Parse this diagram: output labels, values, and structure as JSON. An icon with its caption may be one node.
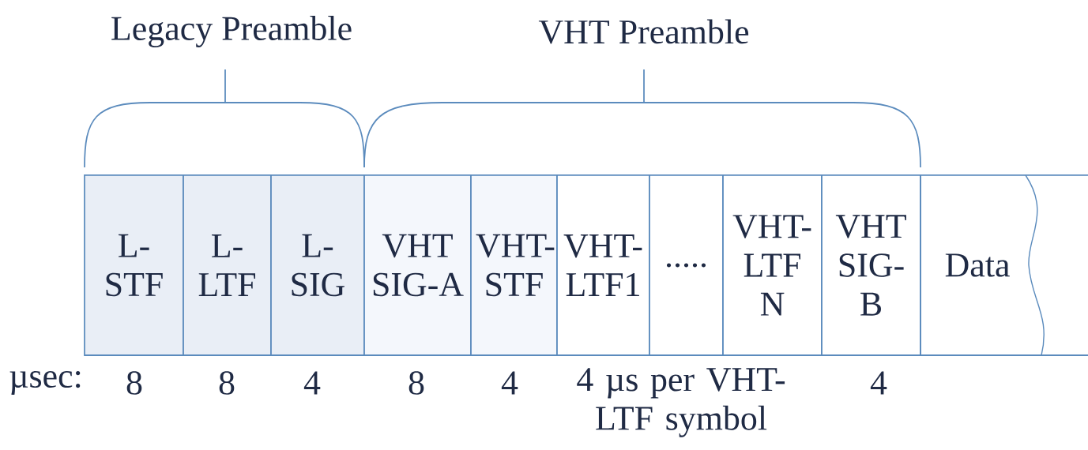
{
  "diagram": {
    "nodes": [
      {
        "text": [
          "L-STF"
        ]
      },
      {
        "text": [
          "L-LTF"
        ]
      },
      {
        "text": [
          "L-SIG"
        ]
      },
      {
        "text": [
          "VHT SIG-A"
        ]
      },
      {
        "text": [
          "VHT-STF"
        ]
      },
      {
        "text": [
          "VHT-LTF1"
        ]
      },
      {
        "text": [
          "....."
        ]
      },
      {
        "text": [
          "VHT-LTF N"
        ]
      },
      {
        "text": [
          "VHT SIG-B"
        ]
      },
      {
        "text": [
          "Data"
        ]
      }
    ],
    "labels": [
      "Legacy Preamble",
      "VHT Preamble",
      "µsec:",
      "8",
      "8",
      "4",
      "8",
      "4",
      "4 µs per VHT-LTF symbol",
      "4"
    ]
  }
}
